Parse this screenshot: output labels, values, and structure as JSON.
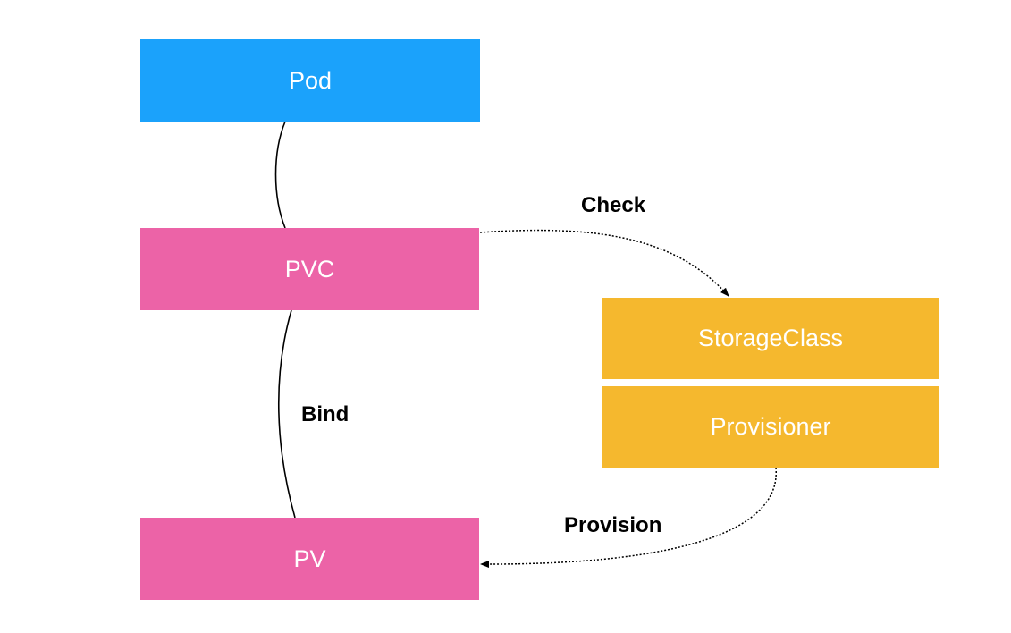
{
  "nodes": {
    "pod": {
      "label": "Pod",
      "color": "#1ba2fb"
    },
    "pvc": {
      "label": "PVC",
      "color": "#ec63a7"
    },
    "pv": {
      "label": "PV",
      "color": "#ec63a7"
    },
    "storage_class": {
      "label": "StorageClass",
      "color": "#f5b82e"
    },
    "provisioner": {
      "label": "Provisioner",
      "color": "#f5b82e"
    }
  },
  "edges": {
    "check": {
      "label": "Check",
      "style": "dotted-arrow"
    },
    "bind": {
      "label": "Bind",
      "style": "solid"
    },
    "provision": {
      "label": "Provision",
      "style": "dotted-arrow"
    },
    "pod_pvc": {
      "style": "solid"
    }
  }
}
